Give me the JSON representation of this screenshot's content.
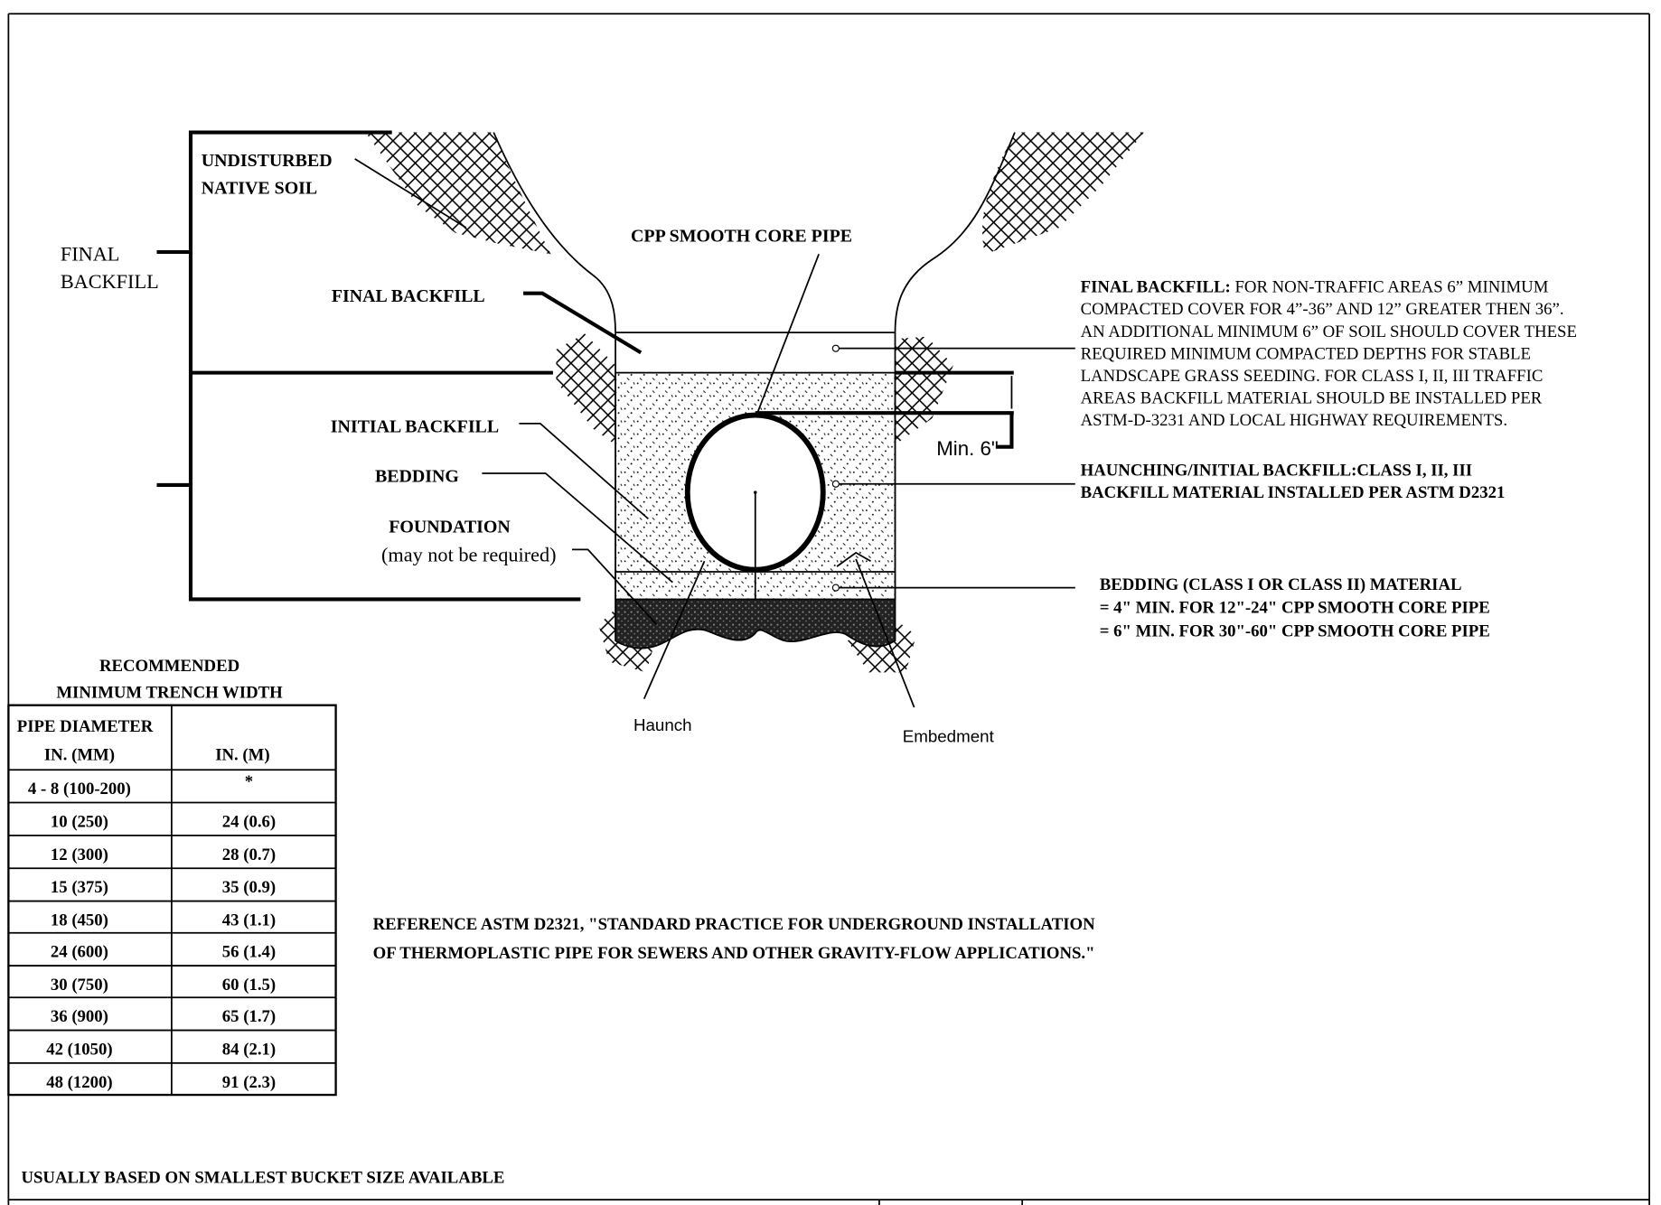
{
  "diagram": {
    "labels": {
      "undisturbed_1": "UNDISTURBED",
      "undisturbed_2": "NATIVE SOIL",
      "final_backfill_side_1": "FINAL",
      "final_backfill_side_2": "BACKFILL",
      "pipe": "CPP SMOOTH CORE PIPE",
      "final_backfill": "FINAL BACKFILL",
      "initial_backfill": "INITIAL BACKFILL",
      "bedding": "BEDDING",
      "foundation": "FOUNDATION",
      "foundation_note": "(may not be required)",
      "min_cover": "Min. 6\"",
      "haunch": "Haunch",
      "embedment": "Embedment"
    },
    "notes": {
      "final_backfill_title": "FINAL BACKFILL:",
      "final_backfill_lines": [
        " FOR NON-TRAFFIC AREAS 6” MINIMUM",
        "COMPACTED COVER FOR 4”-36” AND 12” GREATER THEN 36”.",
        "AN ADDITIONAL MINIMUM 6” OF SOIL SHOULD COVER THESE",
        "REQUIRED MINIMUM COMPACTED DEPTHS FOR STABLE",
        "LANDSCAPE GRASS SEEDING. FOR CLASS I, II, III TRAFFIC",
        "AREAS BACKFILL MATERIAL SHOULD BE INSTALLED PER",
        "ASTM-D-3231 AND LOCAL HIGHWAY REQUIREMENTS."
      ],
      "haunching_lines": [
        "HAUNCHING/INITIAL BACKFILL:CLASS I, II, III",
        "BACKFILL MATERIAL INSTALLED PER ASTM D2321"
      ],
      "bedding_lines": [
        "BEDDING (CLASS I OR CLASS II) MATERIAL",
        "= 4\" MIN. FOR 12\"-24\" CPP SMOOTH CORE PIPE",
        "= 6\" MIN. FOR 30\"-60\" CPP SMOOTH CORE PIPE"
      ],
      "reference_lines": [
        "REFERENCE ASTM D2321, \"STANDARD PRACTICE FOR UNDERGROUND INSTALLATION",
        "OF THERMOPLASTIC PIPE FOR SEWERS AND OTHER GRAVITY-FLOW APPLICATIONS.\""
      ],
      "footnote": "USUALLY BASED ON SMALLEST BUCKET SIZE AVAILABLE"
    }
  },
  "table": {
    "title_1": "RECOMMENDED",
    "title_2": "MINIMUM TRENCH WIDTH",
    "header_col1_1": "PIPE DIAMETER",
    "header_col1_2": "IN. (MM)",
    "header_col2": "IN. (M)",
    "rows": [
      [
        "4 - 8 (100-200)",
        "*"
      ],
      [
        "10 (250)",
        "24 (0.6)"
      ],
      [
        "12 (300)",
        "28 (0.7)"
      ],
      [
        "15 (375)",
        "35 (0.9)"
      ],
      [
        "18 (450)",
        "43 (1.1)"
      ],
      [
        "24 (600)",
        "56 (1.4)"
      ],
      [
        "30 (750)",
        "60 (1.5)"
      ],
      [
        "36 (900)",
        "65 (1.7)"
      ],
      [
        "42 (1050)",
        "84 (2.1)"
      ],
      [
        "48 (1200)",
        "91 (2.3)"
      ]
    ]
  }
}
